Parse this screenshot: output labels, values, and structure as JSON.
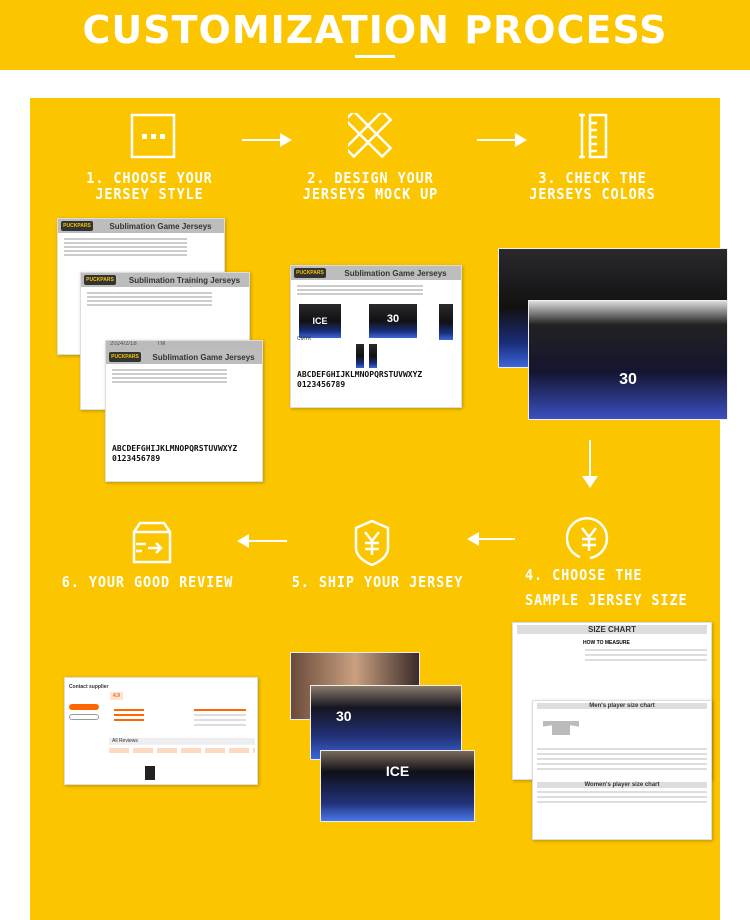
{
  "title": "CUSTOMIZATION PROCESS",
  "colors": {
    "accent": "#FBC500",
    "text": "#FFFFFF"
  },
  "steps": [
    {
      "label1": "1. CHOOSE YOUR",
      "label2": "JERSEY STYLE",
      "icon": "dots-card-icon"
    },
    {
      "label1": "2. DESIGN YOUR",
      "label2": "JERSEYS MOCK UP",
      "icon": "pencil-ruler-icon"
    },
    {
      "label1": "3. CHECK THE",
      "label2": "JERSEYS COLORS",
      "icon": "ruler-icon"
    },
    {
      "label1": "4. CHOOSE THE",
      "label2": "SAMPLE JERSEY SIZE",
      "icon": "yen-circle-icon"
    },
    {
      "label1": "5. SHIP YOUR JERSEY",
      "icon": "yen-shield-icon"
    },
    {
      "label1": "6. YOUR GOOD REVIEW",
      "icon": "box-arrow-icon"
    }
  ],
  "docs": {
    "logo": "PUCKPARS",
    "game": "Sublimation Game Jerseys",
    "training": "Sublimation Training Jerseys",
    "date": "2024/2/18",
    "tm": "TM",
    "letters": "ABCDEFGHIJKLMNOPQRSTUVWXYZ",
    "digits": "0123456789",
    "cmyk": "CMYK",
    "jersey_text": "ICE",
    "jersey_number": "30"
  },
  "size_chart": {
    "title": "SIZE CHART",
    "how": "HOW TO MEASURE",
    "men": "Men's player size chart",
    "women": "Women's player size chart"
  },
  "review": {
    "contact": "Contact supplier",
    "score": "4.9",
    "all_reviews": "All Reviews"
  }
}
